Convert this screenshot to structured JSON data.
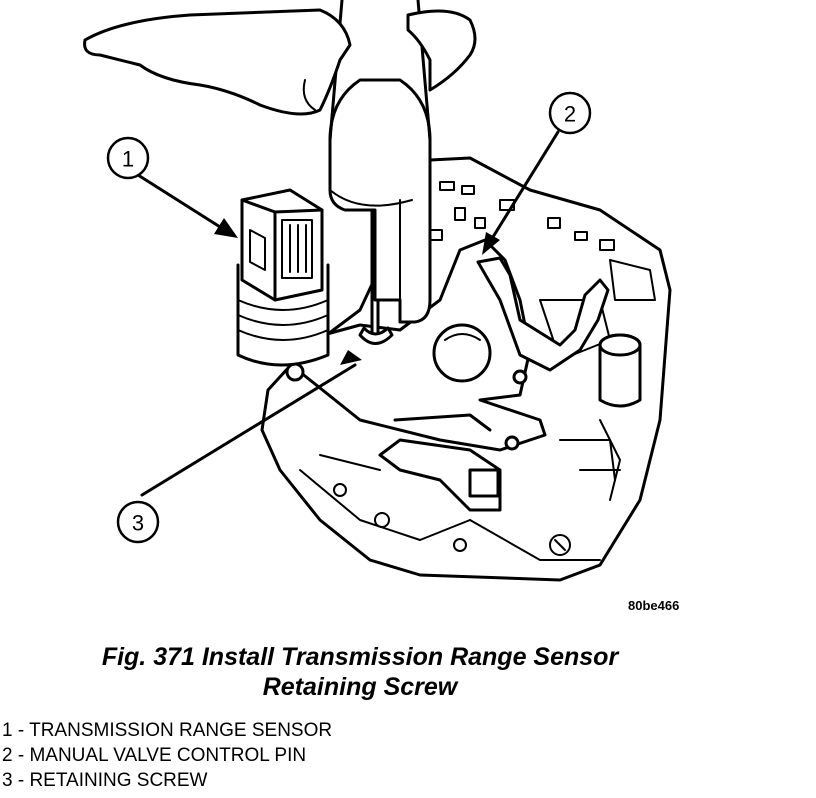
{
  "callouts": [
    {
      "number": "1"
    },
    {
      "number": "2"
    },
    {
      "number": "3"
    }
  ],
  "image_code": "80be466",
  "caption": {
    "line1": "Fig. 371 Install Transmission Range Sensor",
    "line2": "Retaining Screw"
  },
  "legend": [
    "1 - TRANSMISSION RANGE SENSOR",
    "2 - MANUAL VALVE CONTROL PIN",
    "3 - RETAINING SCREW"
  ],
  "colors": {
    "ink": "#000000",
    "paper": "#ffffff"
  }
}
